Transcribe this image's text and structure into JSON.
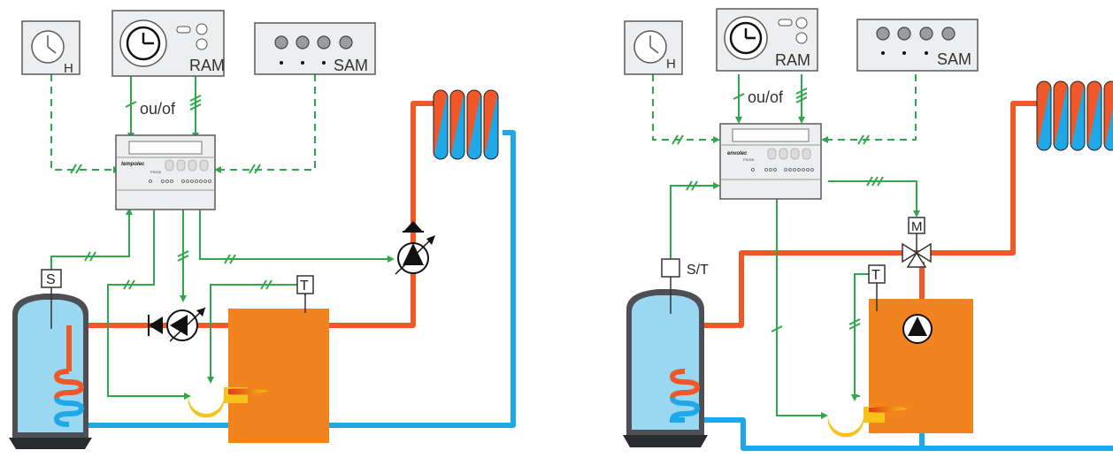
{
  "colors": {
    "control_line": "#2ea84a",
    "hot_pipe": "#f0582a",
    "cold_pipe": "#1ea8e8",
    "boiler": "#f2841f",
    "burner": "#f7c21a",
    "tank_shell": "#4d4f55",
    "tank_water": "#9ad8f2",
    "device_fill": "#eceeef",
    "device_stroke": "#5a5a5a",
    "pump_black": "#111111"
  },
  "left_diagram": {
    "clock_label": "H",
    "ram_label": "RAM",
    "sam_label": "SAM",
    "link_label": "ou/of",
    "controller_brand": "tempolec",
    "controller_model": "PS026",
    "sensor_label": "S",
    "thermostat_label": "T"
  },
  "right_diagram": {
    "clock_label": "H",
    "ram_label": "RAM",
    "sam_label": "SAM",
    "link_label": "ou/of",
    "controller_brand": "envolec",
    "controller_model": "PS026",
    "sensor_label": "S/T",
    "thermostat_label": "T",
    "mixing_valve_label": "M"
  }
}
